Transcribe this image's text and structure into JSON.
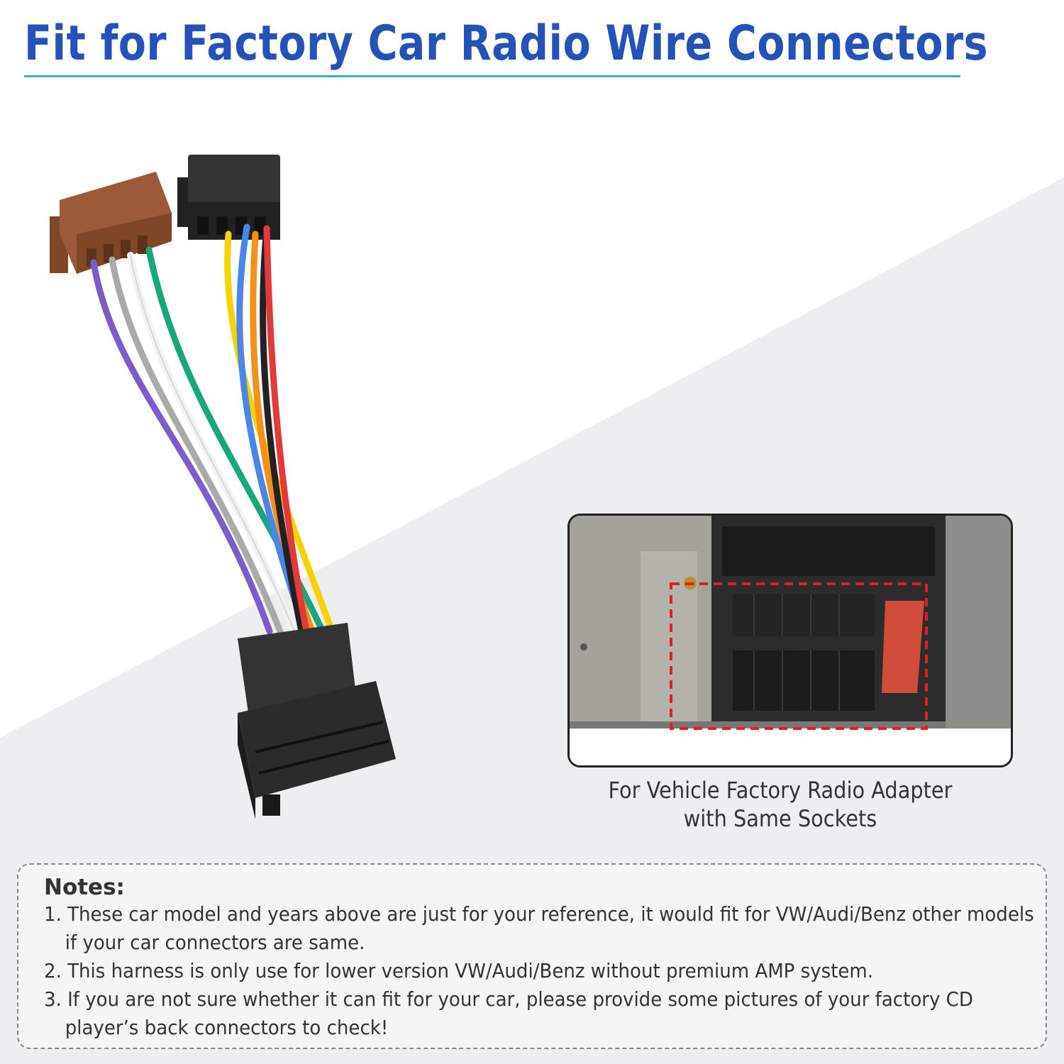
{
  "header": {
    "title": "Fit for Factory Car Radio Wire Connectors"
  },
  "product_image": {
    "wire_colors": [
      "#7b5cc8",
      "#aaaaaa",
      "#f2f2f2",
      "#1aa67a",
      "#f5d300",
      "#4a86e8",
      "#f39019",
      "#222222",
      "#e23a3a"
    ]
  },
  "socket_photo": {
    "caption_line1": "For Vehicle Factory Radio Adapter",
    "caption_line2": "with Same Sockets",
    "highlight_color": "#e02020"
  },
  "notes": {
    "title": "Notes:",
    "items": [
      "1. These car model and years above are just for your reference, it would fit for VW/Audi/Benz  other models if your car connectors are same.",
      "2. This harness is only use for lower version VW/Audi/Benz without premium AMP system.",
      "3. If you are not sure whether it can fit for your car, please provide some pictures of your factory CD player’s back connectors to check!"
    ]
  },
  "colors": {
    "title_blue": "#2652b8",
    "underline_teal": "#3ab0c8",
    "brown_connector": "#9c5a3a",
    "black_connector": "#2b2b2b"
  }
}
